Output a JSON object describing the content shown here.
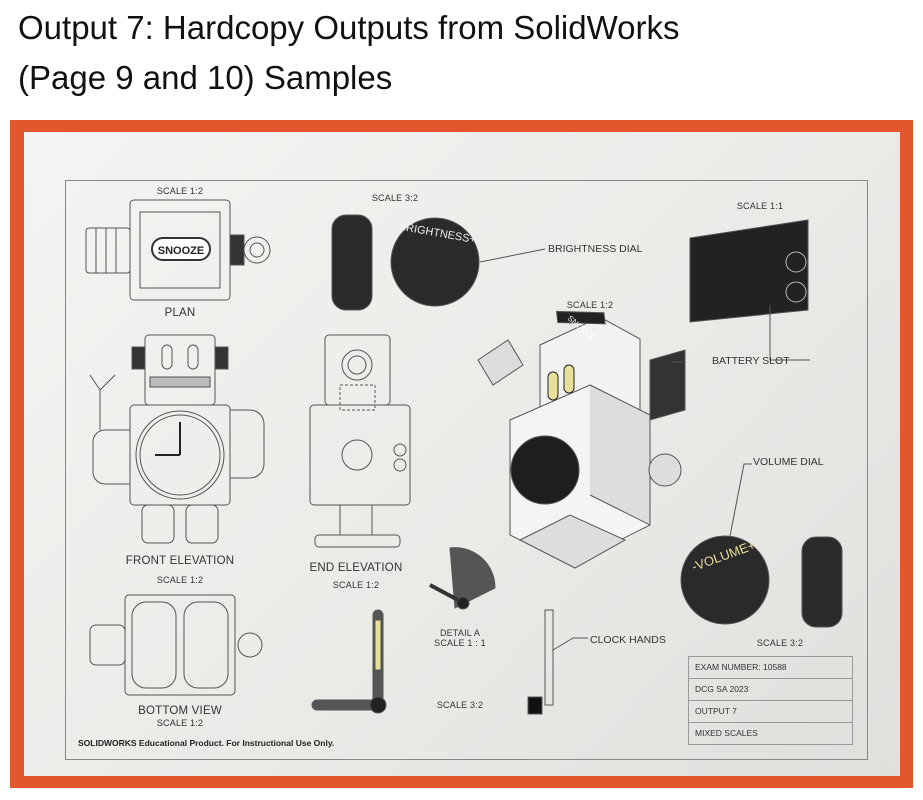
{
  "title_line1": "Output 7: Hardcopy Outputs from SolidWorks",
  "title_line2": "(Page 9 and 10) Samples",
  "colors": {
    "frame": "#e2572b",
    "dark_part": "#2a2a2a",
    "accent_yellow": "#e8df9a"
  },
  "drawing": {
    "plan": {
      "scale": "SCALE 1:2",
      "label": "PLAN",
      "part_text": "SNOOZE"
    },
    "front_elevation": {
      "label": "FRONT ELEVATION",
      "scale": "SCALE 1:2"
    },
    "bottom_view": {
      "label": "BOTTOM VIEW",
      "scale": "SCALE 1:2"
    },
    "end_elevation": {
      "label": "END ELEVATION",
      "scale": "SCALE 1:2"
    },
    "brightness": {
      "scale": "SCALE 3:2",
      "callout": "BRIGHTNESS DIAL",
      "dial_text": "-BRIGHTNESS+"
    },
    "battery": {
      "scale": "SCALE 1:1",
      "callout": "BATTERY SLOT"
    },
    "iso": {
      "scale": "SCALE 1:2",
      "snooze_text": "SNOOZE"
    },
    "volume": {
      "callout": "VOLUME DIAL",
      "dial_text": "-VOLUME+",
      "scale": "SCALE 3:2"
    },
    "detail": {
      "label": "DETAIL A",
      "scale": "SCALE 1 : 1"
    },
    "clock_hands": {
      "callout": "CLOCK HANDS",
      "scale": "SCALE 3:2"
    }
  },
  "title_block": [
    "EXAM NUMBER: 10588",
    "DCG SA 2023",
    "OUTPUT 7",
    "MIXED SCALES"
  ],
  "footer": "SOLIDWORKS Educational Product. For Instructional Use Only."
}
